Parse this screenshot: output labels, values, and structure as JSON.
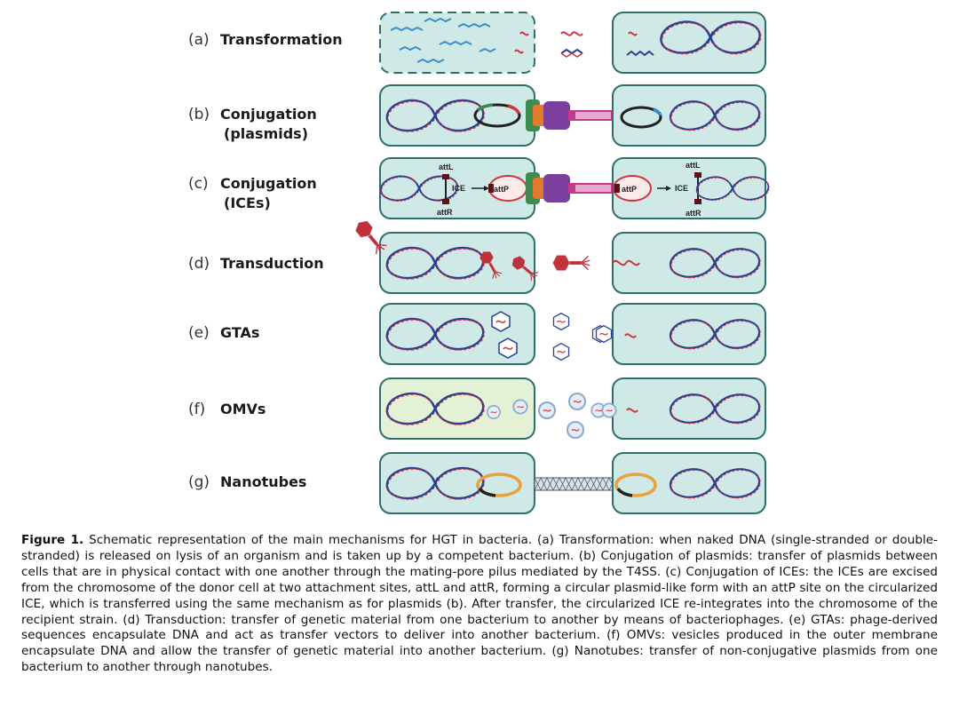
{
  "rows": [
    {
      "letter": "(a)",
      "name": "Transformation",
      "sub": ""
    },
    {
      "letter": "(b)",
      "name": "Conjugation",
      "sub": "(plasmids)"
    },
    {
      "letter": "(c)",
      "name": "Conjugation",
      "sub": "(ICEs)"
    },
    {
      "letter": "(d)",
      "name": "Transduction",
      "sub": ""
    },
    {
      "letter": "(e)",
      "name": "GTAs",
      "sub": ""
    },
    {
      "letter": "(f)",
      "name": "OMVs",
      "sub": ""
    },
    {
      "letter": "(g)",
      "name": "Nanotubes",
      "sub": ""
    }
  ],
  "ice_labels": {
    "attl": "attL",
    "attr": "attR",
    "attp": "attP",
    "ice": "ICE"
  },
  "caption": {
    "label": "Figure 1.",
    "text": " Schematic representation of the main mechanisms for HGT in bacteria. (a) Transformation: when naked DNA (single-stranded or double-stranded) is released on lysis of an organism and is taken up by a competent bacterium. (b) Conjugation of plasmids: transfer of plasmids between cells that are in physical contact with one another through the mating-pore pilus mediated by the T4SS. (c) Conjugation of ICEs: the ICEs are excised from the chromosome of the donor cell at two attachment sites, attL and attR, forming a circular plasmid-like form with an attP site on the circularized ICE, which is transferred using the same mechanism as for plasmids (b). After transfer, the circularized ICE re-integrates into the chromosome of the recipient strain. (d) Transduction: transfer of genetic material from one bacterium to another by means of bacteriophages. (e) GTAs: phage-derived sequences encapsulate DNA and act as transfer vectors to deliver into another bacterium. (f) OMVs: vesicles produced in the outer membrane encapsulate DNA and allow the transfer of genetic material into another bacterium. (g) Nanotubes: transfer of non-conjugative plasmids from one bacterium to another through nanotubes."
  },
  "colors": {
    "cell_fill": "#cfe9e6",
    "cell_stroke": "#2f6f6b",
    "omv_cell_fill": "#e3f1d4",
    "dna_blue": "#2a3f8f",
    "dna_red": "#d2343f",
    "phage_red": "#c0323b",
    "pilus_pink": "#c23a8e",
    "pilus_purple": "#7b3fa0",
    "t4ss_green": "#3e8a4f",
    "t4ss_orange": "#e07a2c"
  }
}
